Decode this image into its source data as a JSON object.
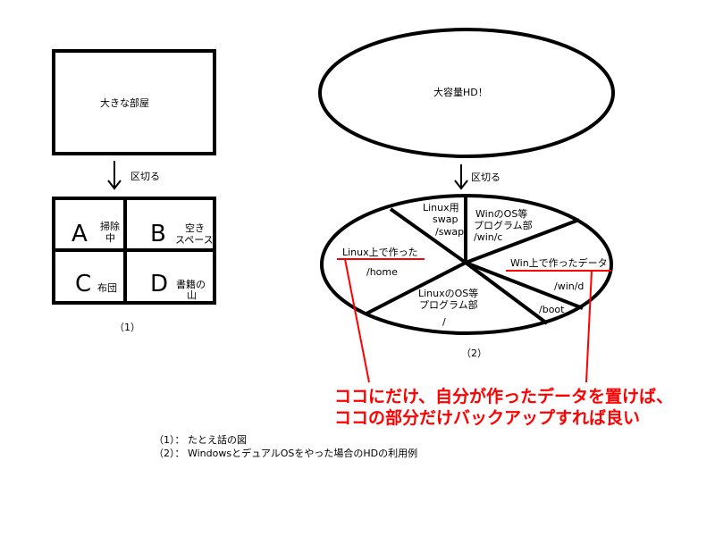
{
  "left": {
    "room_label": "大きな部屋",
    "divide_label": "区切る",
    "cells": [
      {
        "letter": "A",
        "line1": "掃除",
        "line2": "中"
      },
      {
        "letter": "B",
        "line1": "空き",
        "line2": "スペース"
      },
      {
        "letter": "C",
        "line1": "布団",
        "line2": ""
      },
      {
        "letter": "D",
        "line1": "書籍の",
        "line2": "山"
      }
    ],
    "caption": "（1）"
  },
  "right": {
    "hd_label": "大容量HD！",
    "divide_label": "区切る",
    "partitions": {
      "linux_swap": [
        "Linux用",
        "swap",
        "/swap"
      ],
      "win_os": [
        "WinのOS等",
        "プログラム部",
        "/win/c"
      ],
      "linux_home": [
        "Linux上で作った",
        "/home"
      ],
      "win_data": [
        "Win上で作ったデータ",
        "/win/d"
      ],
      "boot": [
        "/boot"
      ],
      "linux_os": [
        "LinuxのOS等",
        "プログラム部",
        "/"
      ]
    },
    "caption": "（2）",
    "note_line1": "ココにだけ、自分が作ったデータを置けば、",
    "note_line2": "ココの部分だけバックアップすれば良い",
    "accent_color": "#ff0000"
  },
  "legend": [
    "（1）：  たとえ話の図",
    "（2）：  WindowsとデュアルOSをやった場合のHDの利用例"
  ]
}
